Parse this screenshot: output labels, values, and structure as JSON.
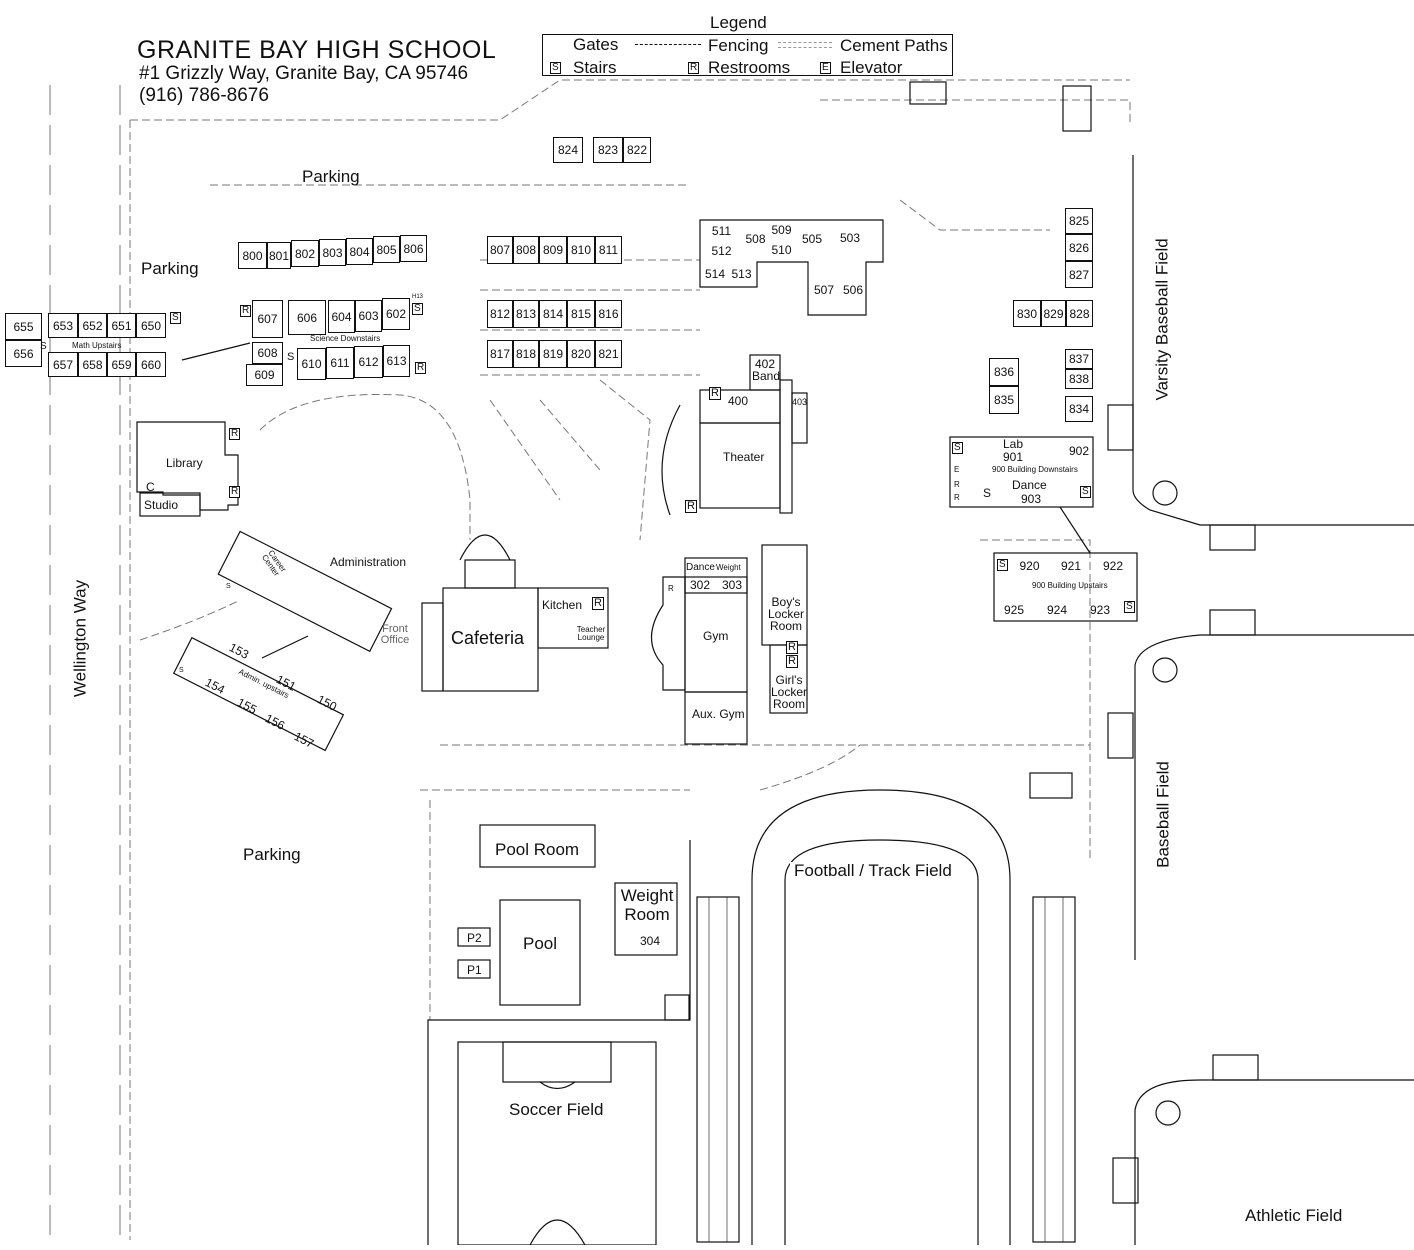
{
  "header": {
    "title": "GRANITE BAY HIGH SCHOOL",
    "address": "#1 Grizzly Way, Granite Bay, CA 95746",
    "phone": "(916) 786-8676"
  },
  "legend": {
    "title": "Legend",
    "items": [
      {
        "label": "Gates",
        "symbol": "gate-icon"
      },
      {
        "label": "Fencing",
        "symbol": "dash-dot-line"
      },
      {
        "label": "Cement Paths",
        "symbol": "dashed-double-line"
      },
      {
        "label": "Stairs",
        "symbol": "S-box-icon"
      },
      {
        "label": "Restrooms",
        "symbol": "R-box-icon"
      },
      {
        "label": "Elevator",
        "symbol": "E-box-icon"
      }
    ]
  },
  "areas": {
    "parking_top": "Parking",
    "parking_left": "Parking",
    "parking_bottom": "Parking",
    "street": "Wellington Way",
    "varsity_baseball": "Varsity Baseball Field",
    "baseball": "Baseball Field",
    "football": "Football / Track Field",
    "soccer": "Soccer Field",
    "athletic": "Athletic Field"
  },
  "buildings": {
    "library": "Library",
    "studio": "Studio",
    "c": "C",
    "administration": "Administration",
    "career_center": "Career Center",
    "front_office": "Front Office",
    "admin_upstairs": "Admin. upstairs",
    "cafeteria": "Cafeteria",
    "kitchen": "Kitchen",
    "teacher_lounge": "Teacher Lounge",
    "theater": "Theater",
    "band": "Band",
    "gym": "Gym",
    "aux_gym": "Aux. Gym",
    "dance": "Dance",
    "weight": "Weight",
    "boys_locker": "Boy's Locker Room",
    "girls_locker": "Girl's Locker Room",
    "pool_room": "Pool Room",
    "pool": "Pool",
    "weight_room": "Weight Room",
    "math_upstairs": "Math Upstairs",
    "science_downstairs": "Science Downstairs",
    "bldg900_down": "900 Building Downstairs",
    "bldg900_up": "900 Building Upstairs",
    "lab": "Lab",
    "dance900": "Dance"
  },
  "room_rows": {
    "r800": [
      "800",
      "801",
      "802",
      "803",
      "804",
      "805",
      "806"
    ],
    "r807": [
      "807",
      "808",
      "809",
      "810",
      "811"
    ],
    "r812": [
      "812",
      "813",
      "814",
      "815",
      "816"
    ],
    "r817": [
      "817",
      "818",
      "819",
      "820",
      "821"
    ],
    "r650": [
      "655",
      "653",
      "652",
      "651",
      "650"
    ],
    "r656": [
      "656",
      "657",
      "658",
      "659",
      "660"
    ],
    "r600top": [
      "607",
      "606",
      "604",
      "603",
      "602"
    ],
    "r600bot": [
      "608",
      "609",
      "610",
      "611",
      "612",
      "613"
    ],
    "r820s": [
      "824",
      "823",
      "822"
    ],
    "r500": [
      "511",
      "512",
      "508",
      "509",
      "510",
      "505",
      "503",
      "514",
      "513",
      "507",
      "506"
    ],
    "r800e": [
      "825",
      "826",
      "827",
      "830",
      "829",
      "828",
      "836",
      "835",
      "837",
      "838",
      "834"
    ],
    "r900": [
      "901",
      "902",
      "903",
      "920",
      "921",
      "922",
      "925",
      "924",
      "923"
    ],
    "r100": [
      "153",
      "151",
      "150",
      "154",
      "155",
      "156",
      "157"
    ],
    "r300": [
      "302",
      "303",
      "304"
    ],
    "r400": [
      "400",
      "402",
      "403"
    ],
    "pool_rooms": [
      "P2",
      "P1"
    ],
    "misc": [
      "S",
      "R",
      "E",
      "H13"
    ]
  }
}
